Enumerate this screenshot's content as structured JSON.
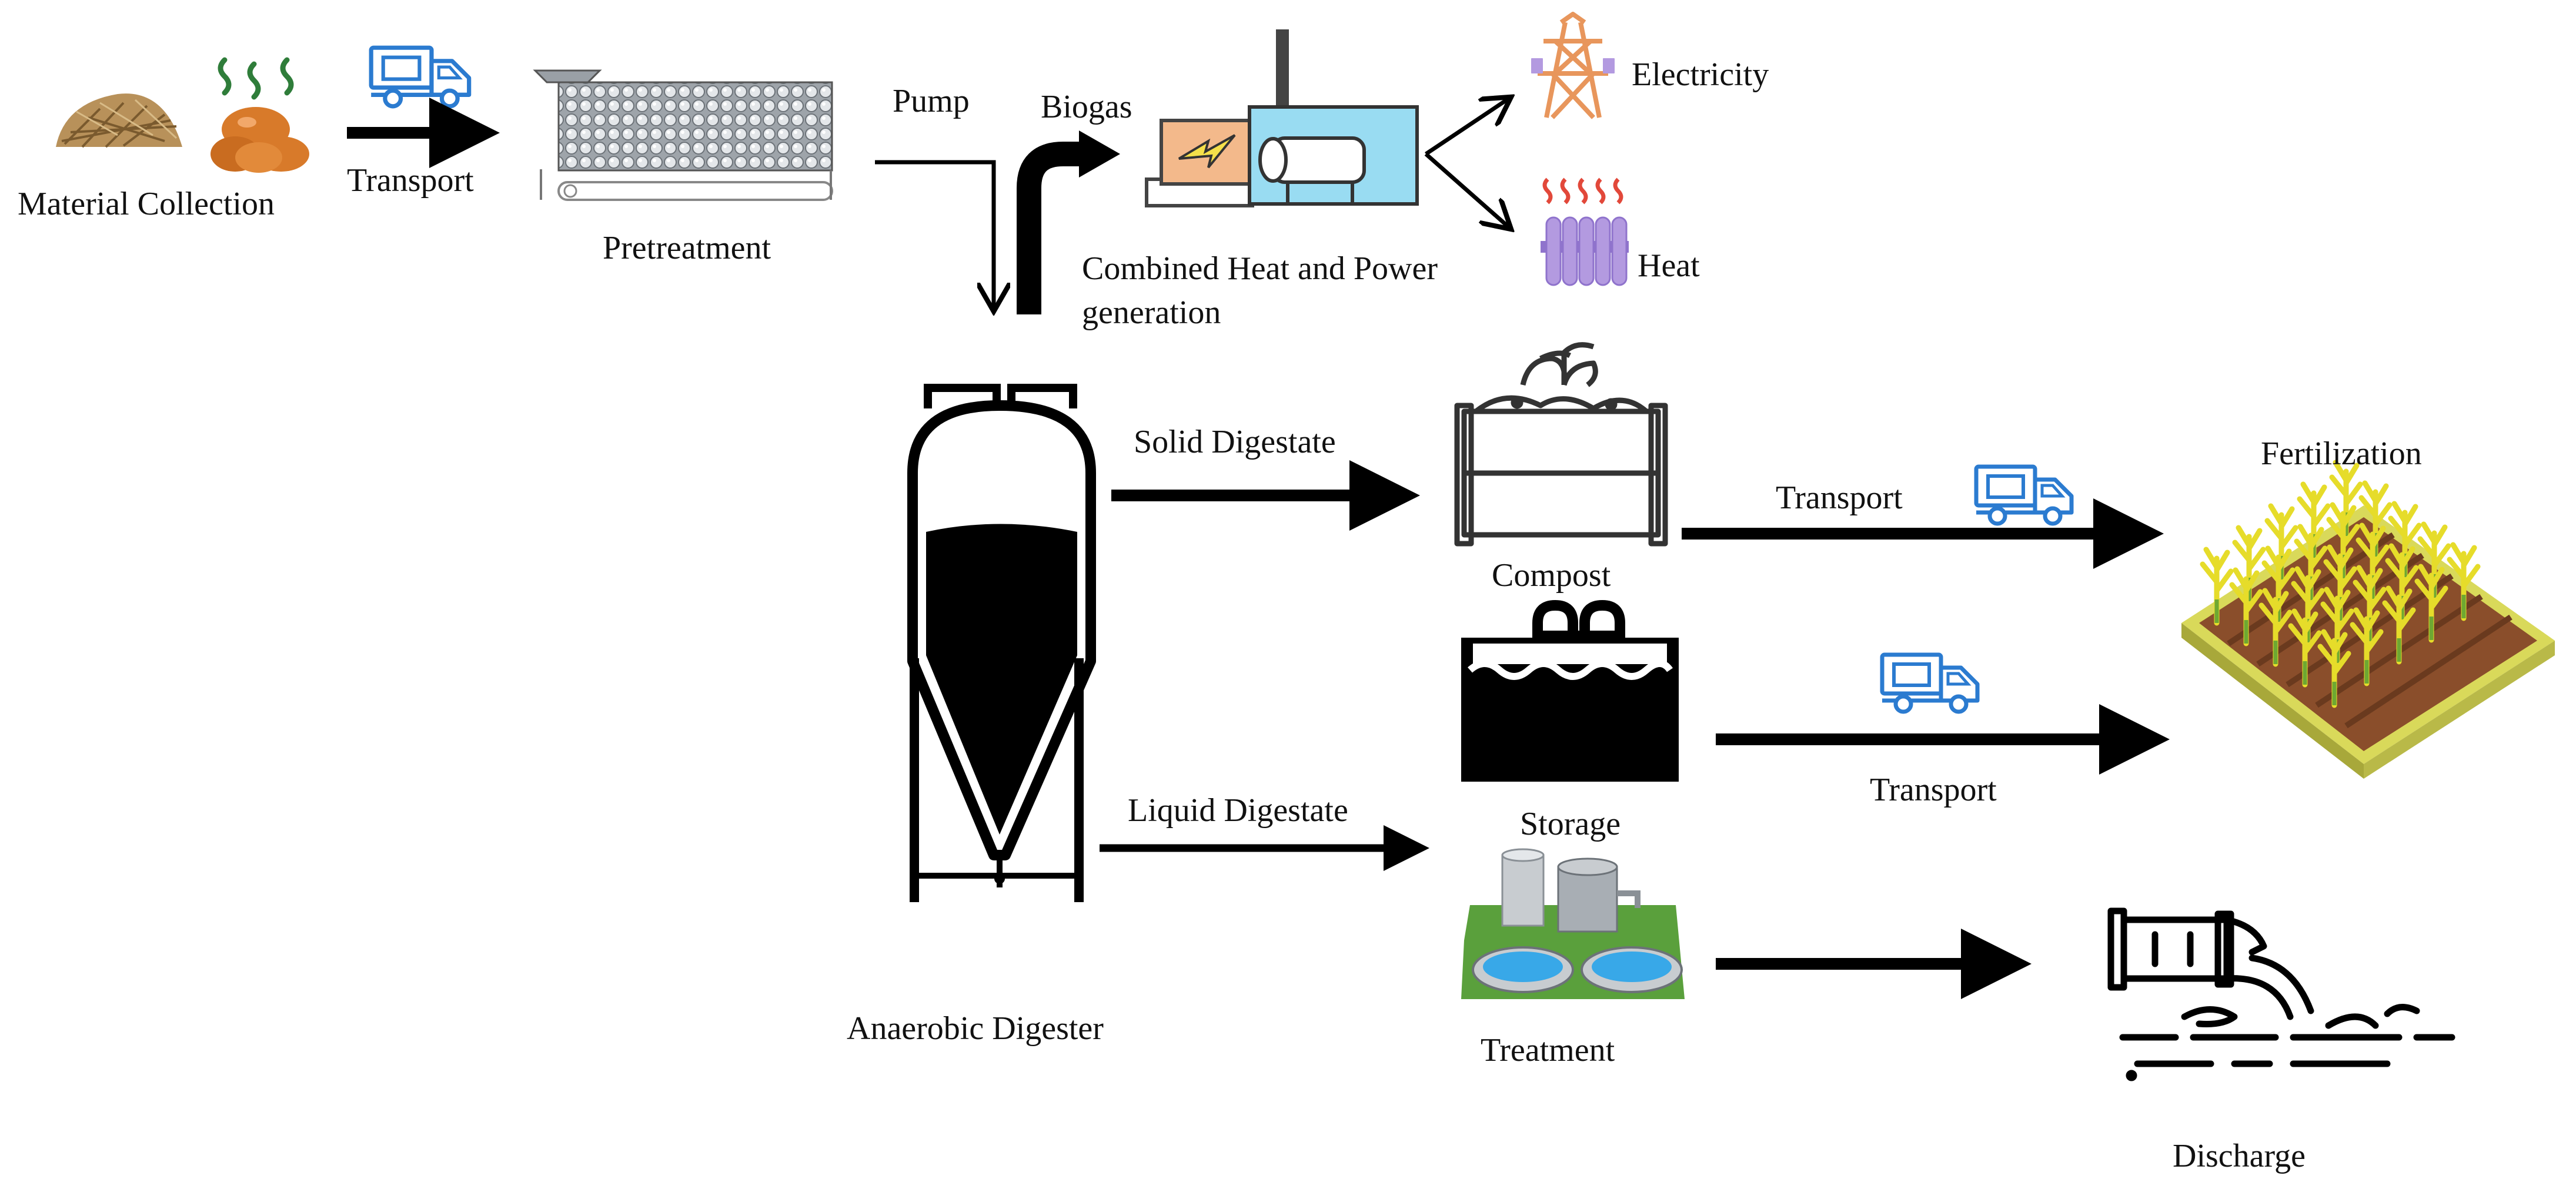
{
  "labels": {
    "material_collection": "Material Collection",
    "transport_1": "Transport",
    "pretreatment": "Pretreatment",
    "pump": "Pump",
    "biogas": "Biogas",
    "chp_line1": "Combined Heat and Power",
    "chp_line2": "generation",
    "electricity": "Electricity",
    "heat": "Heat",
    "solid_digestate": "Solid Digestate",
    "compost": "Compost",
    "transport_2": "Transport",
    "fertilization": "Fertilization",
    "storage": "Storage",
    "transport_3": "Transport",
    "liquid_digestate": "Liquid Digestate",
    "treatment": "Treatment",
    "anaerobic_digester": "Anaerobic Digester",
    "discharge": "Discharge"
  },
  "icons": {
    "biomass": "straw-pile-icon",
    "manure": "manure-icon",
    "truck": "delivery-truck-icon",
    "pretreatment": "shredder-conveyor-icon",
    "chp": "chp-engine-icon",
    "electricity": "power-pylon-icon",
    "heat": "radiator-icon",
    "digester": "digester-tank-icon",
    "compost": "compost-bin-icon",
    "storage": "storage-pool-icon",
    "treatment": "treatment-plant-icon",
    "field": "crop-field-icon",
    "discharge": "discharge-pipe-icon"
  },
  "colors": {
    "arrow": "#000000",
    "truck": "#2b7bd0",
    "straw": "#b8915a",
    "manure": "#d87a2a",
    "odor": "#2f7d3a",
    "chp_box": "#99dcf2",
    "fire_box": "#f3b98b",
    "pylon": "#e8965c",
    "radiator": "#b39ae0",
    "heat_waves": "#e2483a",
    "treatment_ground": "#5aa03c",
    "treatment_water": "#38a8e8",
    "field_border": "#d9d95a",
    "field_soil": "#8a4e2b",
    "crop": "#e6dc2a"
  }
}
